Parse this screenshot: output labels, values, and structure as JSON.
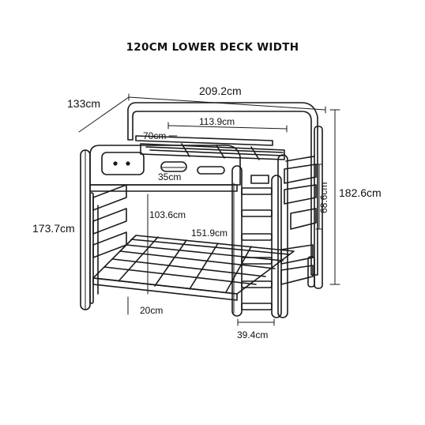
{
  "diagram": {
    "title": "120CM LOWER DECK WIDTH",
    "dimensions": {
      "overall_length": "209.2cm",
      "overall_depth": "133cm",
      "overall_height": "182.6cm",
      "ladder_side_height": "173.7cm",
      "top_rail_length": "113.9cm",
      "top_rail_gap": "70cm",
      "cutout_width": "35cm",
      "guard_height": "68.6cm",
      "deck_clearance": "103.6cm",
      "ladder_height": "151.9cm",
      "under_clearance": "20cm",
      "ladder_width": "39.4cm"
    },
    "colors": {
      "line": "#1a1a1a",
      "background": "#ffffff"
    }
  }
}
